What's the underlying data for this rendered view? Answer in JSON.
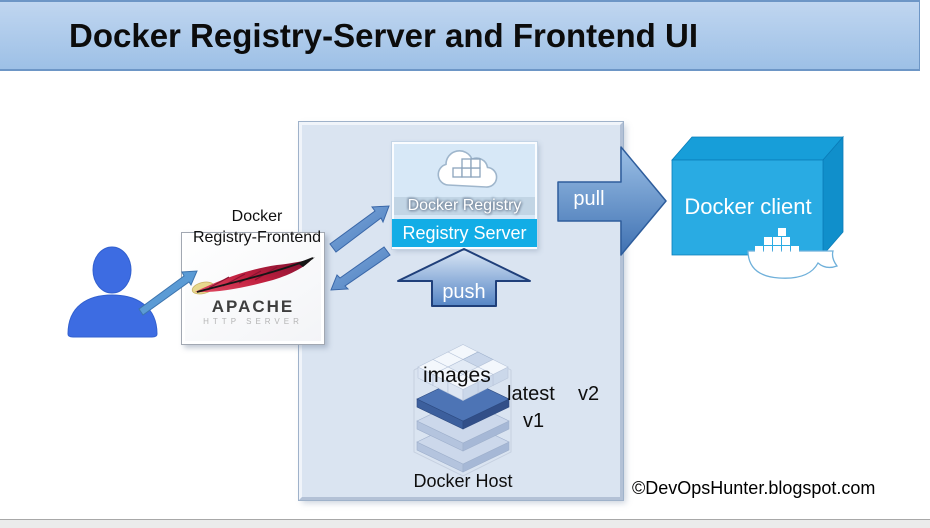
{
  "slide": {
    "title": "Docker Registry-Server and Frontend UI"
  },
  "frontend": {
    "label": [
      "Docker",
      "Registry-Frontend"
    ],
    "apache_wordmark": "APACHE",
    "apache_sub": "HTTP SERVER"
  },
  "registry_server": {
    "cloud_caption": "Docker Registry",
    "nameplate": "Registry Server"
  },
  "docker_client": {
    "label": "Docker client"
  },
  "arrows": {
    "pull_label": "pull",
    "push_label": "push"
  },
  "docker_host": {
    "label": "Docker Host",
    "stack_caption": "images",
    "tags": [
      "latest",
      "v2",
      "v1"
    ]
  },
  "footer": {
    "credit": "©DevOpsHunter.blogspot.com"
  },
  "icons": {
    "person": "user-silhouette-icon",
    "cloud": "registry-cloud-icon",
    "whale": "docker-whale-icon",
    "feather": "apache-feather-icon"
  },
  "colors": {
    "banner_bg": "#a9c6e8",
    "registry_strip": "#12ade6",
    "client_front": "#29abe3",
    "client_top": "#179ed9",
    "client_right": "#108fcb",
    "person": "#3d6ce2",
    "arrow_blue": "#5e8fd0",
    "apache_red": "#c1203f",
    "stack": {
      "outline": "#c6d0e0",
      "light": {
        "top": "#ccd8eb",
        "left": "#b4c4de",
        "right": "#a6b8d6",
        "stroke": "#9fb0cc"
      },
      "dark": {
        "top": "#4d74b5",
        "left": "#3c5f9d",
        "right": "#324f88",
        "stroke": "#2d4a80"
      },
      "cube": {
        "top": "#f3f7fc",
        "left": "#dde6f3",
        "right": "#cbd8ea",
        "stroke": "#b9c6da"
      },
      "cubes": {
        "0,1": {
          "top": "#c9d6ea",
          "left": "#b2c4de",
          "right": "#a2b6d4",
          "stroke": "#9db0cc"
        },
        "1,1": {
          "top": "#e2eaf5",
          "left": "#cfdaed",
          "right": "#bfcde4",
          "stroke": "#b2c0d6"
        }
      }
    }
  }
}
